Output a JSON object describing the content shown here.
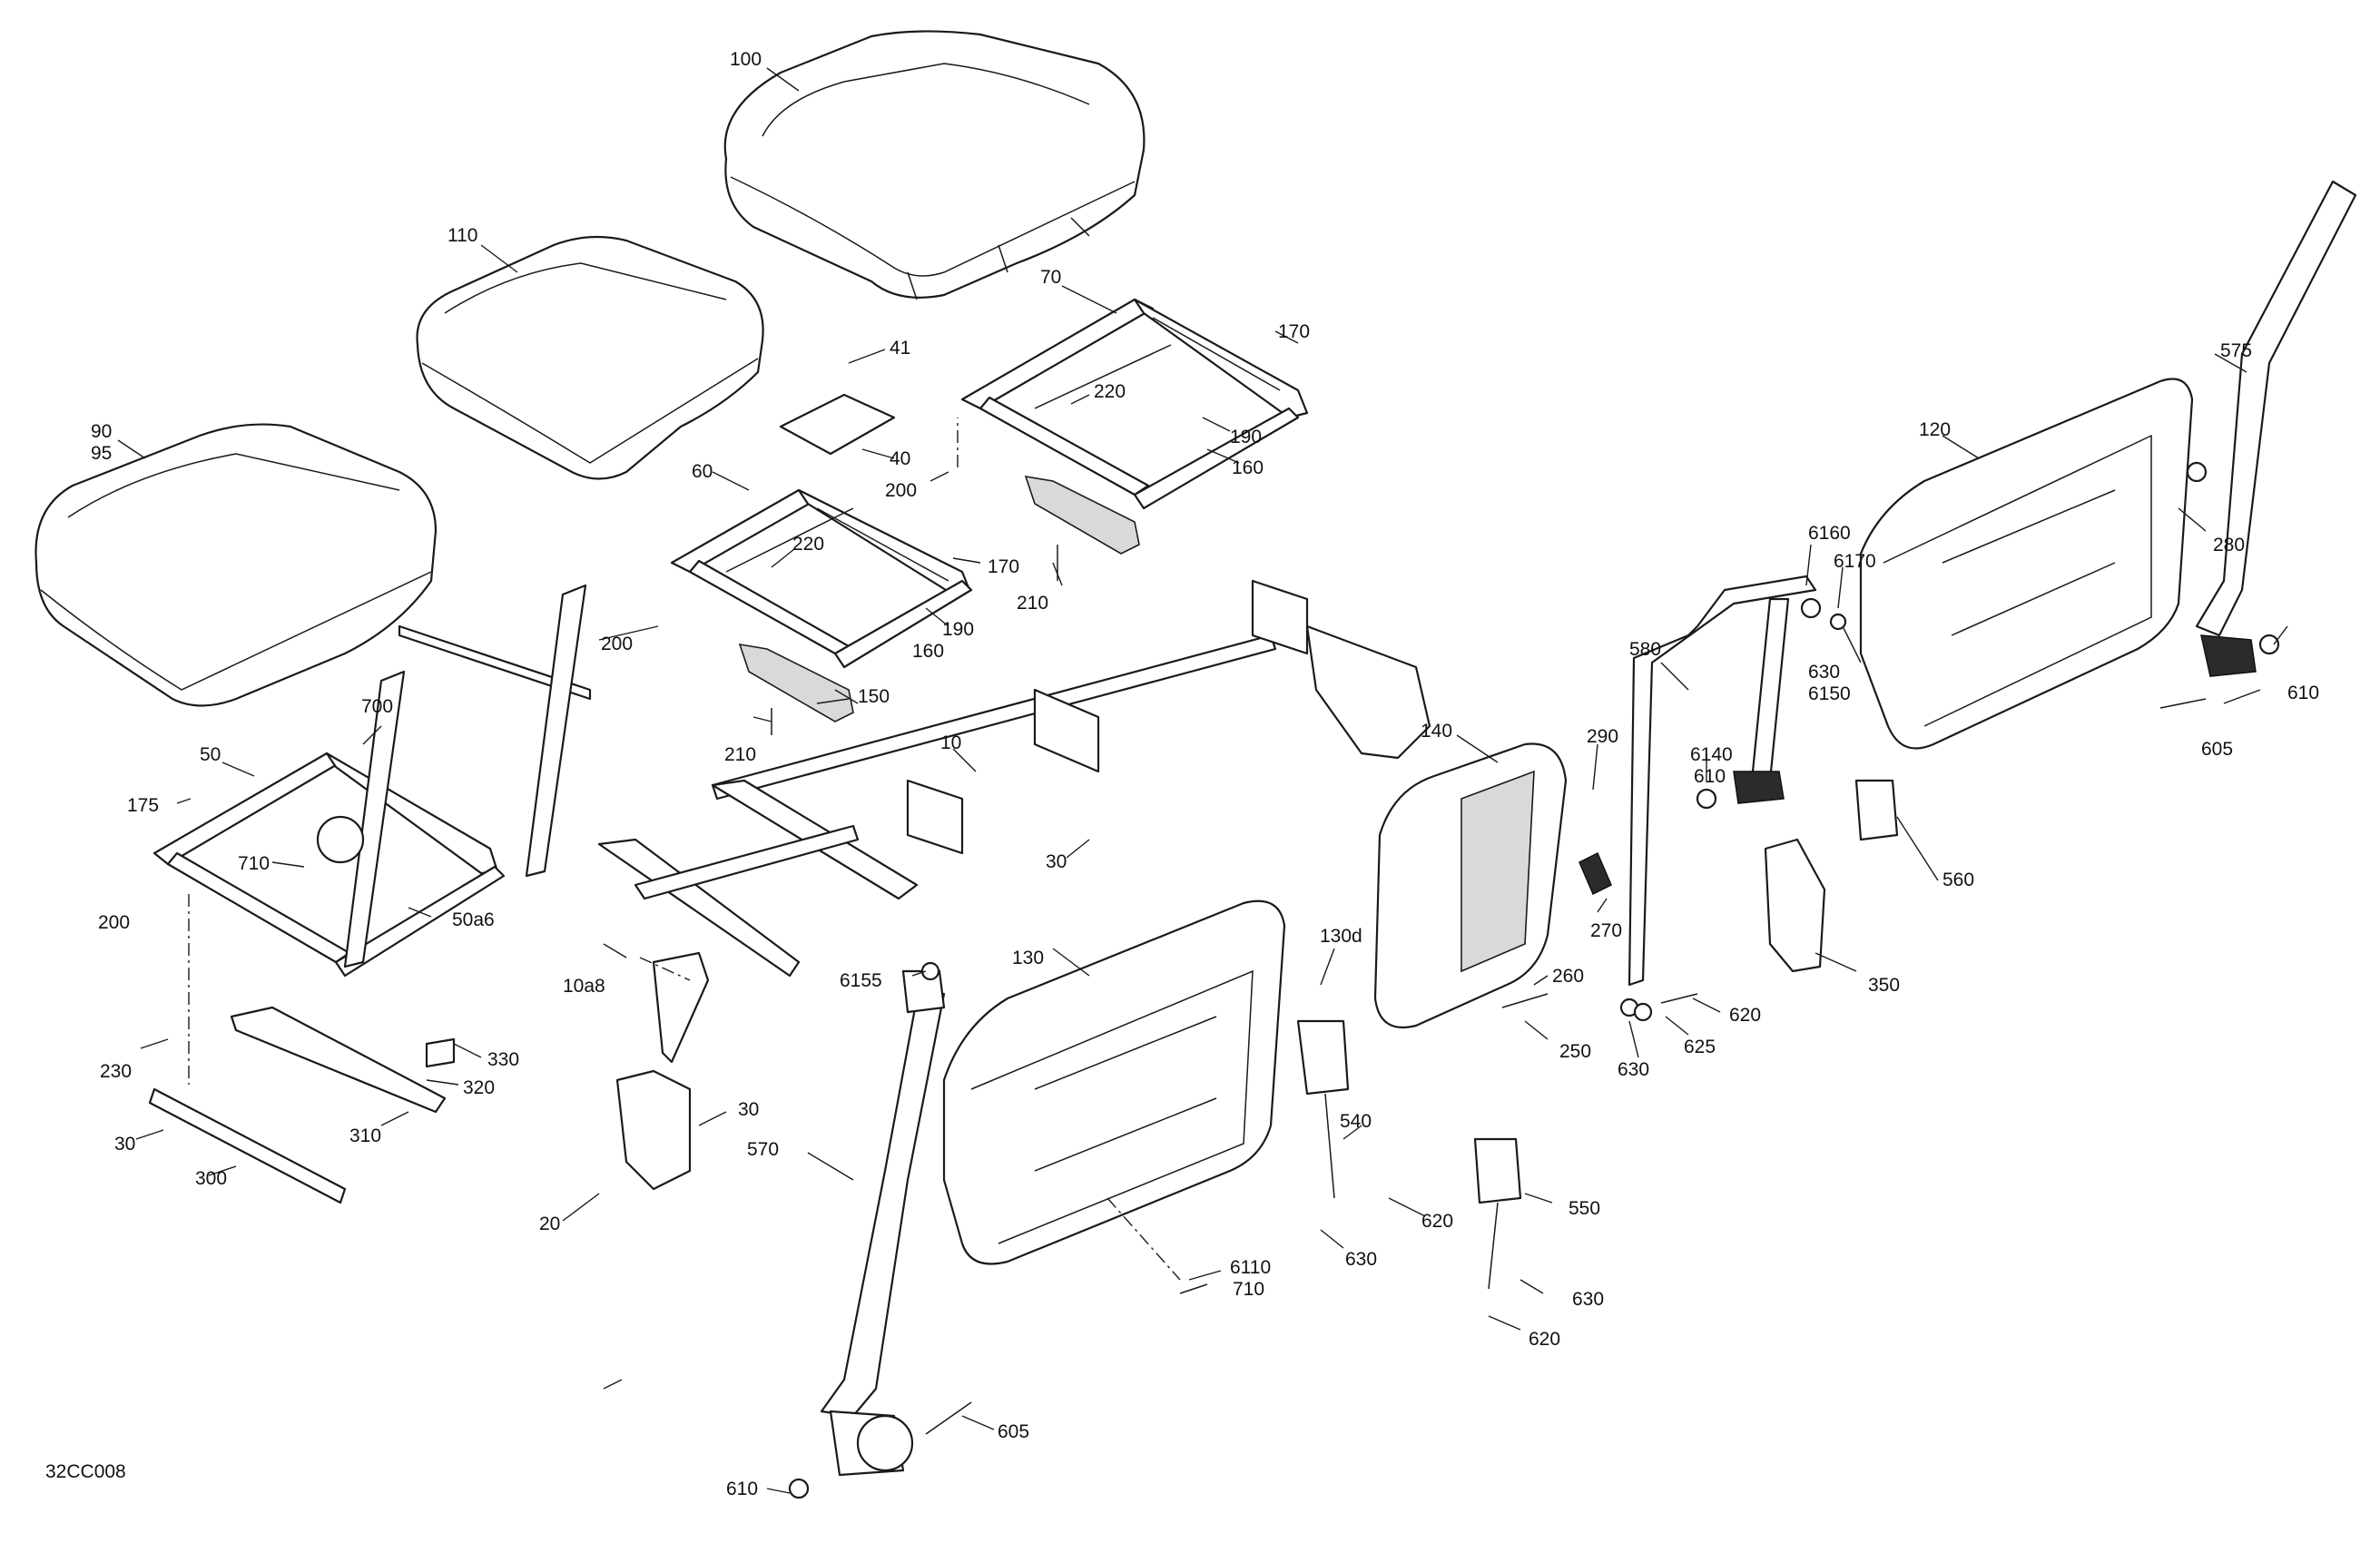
{
  "diagram": {
    "figure_code": "32CC008",
    "callouts": {
      "c100": "100",
      "c110": "110",
      "c90": "90",
      "c95": "95",
      "c70": "70",
      "c170a": "170",
      "c41": "41",
      "c220a": "220",
      "c40": "40",
      "c190a": "190",
      "c200a": "200",
      "c160a": "160",
      "c60": "60",
      "c220b": "220",
      "c170b": "170",
      "c210a": "210",
      "c200b": "200",
      "c190b": "190",
      "c160b": "160",
      "c150": "150",
      "c210b": "210",
      "c700": "700",
      "c50": "50",
      "c175": "175",
      "c710a": "710",
      "c200c": "200",
      "c50a6": "50a6",
      "c10": "10",
      "c30a": "30",
      "c10a8": "10a8",
      "c230": "230",
      "c330": "330",
      "c320": "320",
      "c310": "310",
      "c30b": "30",
      "c300": "300",
      "c30c": "30",
      "c20": "20",
      "c120": "120",
      "c575": "575",
      "c280": "280",
      "c6160": "6160",
      "c6170": "6170",
      "c630a": "630",
      "c6150": "6150",
      "c610a": "610",
      "c605a": "605",
      "c580": "580",
      "c6140": "6140",
      "c610b": "610",
      "c140": "140",
      "c290": "290",
      "c560": "560",
      "c270": "270",
      "c350": "350",
      "c260": "260",
      "c250": "250",
      "c620a": "620",
      "c625": "625",
      "c630b": "630",
      "c130": "130",
      "c130d": "130d",
      "c6155": "6155",
      "c570": "570",
      "c540": "540",
      "c620b": "620",
      "c630c": "630",
      "c550": "550",
      "c6110": "6110",
      "c710b": "710",
      "c630d": "630",
      "c620c": "620",
      "c605b": "605",
      "c610c": "610"
    }
  }
}
